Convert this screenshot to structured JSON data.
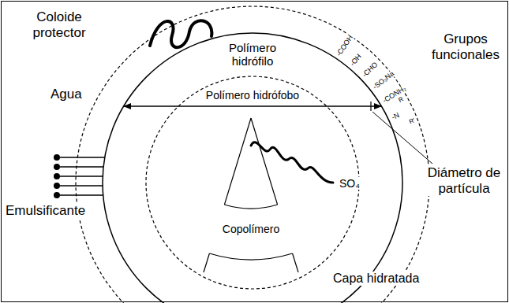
{
  "diagram": {
    "labels": [
      "Coloide protector",
      "Agua",
      "Emulsificante",
      "Polímero hidrófilo",
      "Polímero hidrófobo",
      "Copolímero",
      "SO₄",
      "Grupos funcionales",
      "Diámetro de partícula",
      "Capa hidratada",
      "-COOH",
      "-OH",
      "-CHO",
      "-SO₃Na",
      "-CONH₂",
      "-N",
      "R",
      "R'"
    ]
  }
}
